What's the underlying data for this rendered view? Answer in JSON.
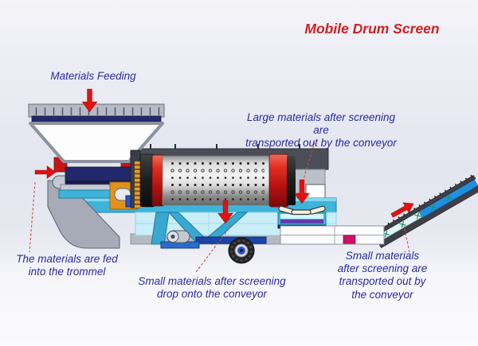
{
  "title": "Mobile Drum Screen",
  "labels": {
    "materials_feeding": "Materials Feeding",
    "large_materials": "Large materials after screening are\ntransported out by the conveyor",
    "fed_into_trommel": "The materials are fed\ninto the trommel",
    "small_drop": "Small materials after screening\ndrop onto the conveyor",
    "small_transported": "Small materials after screening are\ntransported out by the conveyor"
  },
  "colors": {
    "title_red": "#d02020",
    "label_blue": "#2b2ba0",
    "arrow_red": "#e01212",
    "leader_red": "#cc4a4a",
    "frame_cyan": "#3fb4db",
    "frame_light": "#c9eef8",
    "navy": "#23276b",
    "drum_red": "#c81414",
    "orange": "#e2921c",
    "steel_grey": "#a6abb7",
    "panel_dark": "#4b4e56",
    "belt_blue": "#1f8fe0",
    "purple": "#5a3fae",
    "magenta": "#cf1060"
  }
}
